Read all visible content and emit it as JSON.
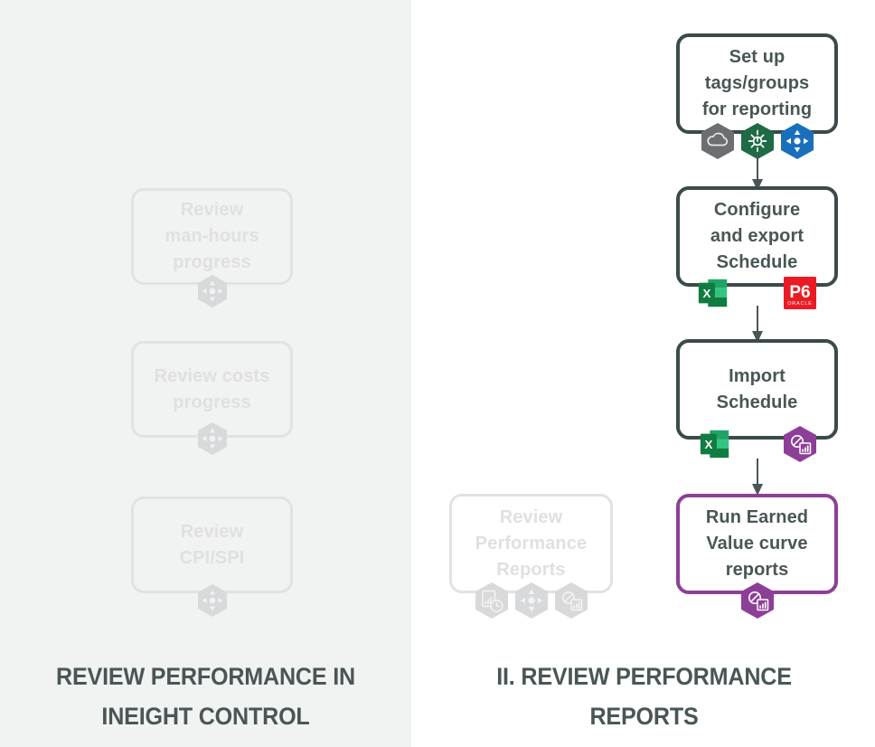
{
  "colors": {
    "panel_bg": "#f1f2f2",
    "page_bg": "#ffffff",
    "node_border": "#3b4a4a",
    "node_text": "#4a5656",
    "accent_purple": "#8d3f98",
    "ghost_border": "#e2e2e2",
    "ghost_text": "#e0e0e0",
    "arrow": "#4a5656",
    "excel_green": "#1d7a45",
    "p6_red": "#ea1b23",
    "hex_gray": "#6d6e71",
    "hex_green": "#1f6b45",
    "hex_blue": "#1a6fbd",
    "hex_purple": "#8d3f98",
    "hex_ghost": "#d8d9da"
  },
  "left_panel": {
    "caption": "REVIEW PERFORMANCE IN\nINEIGHT CONTROL",
    "nodes": [
      {
        "id": "review-man-hours-progress",
        "label": "Review\nman-hours\nprogress",
        "state": "ghost",
        "icons": [
          {
            "name": "move-arrows-icon",
            "style": "ghost"
          }
        ]
      },
      {
        "id": "review-costs-progress",
        "label": "Review costs\nprogress",
        "state": "ghost",
        "icons": [
          {
            "name": "move-arrows-icon",
            "style": "ghost"
          }
        ]
      },
      {
        "id": "review-cpi-spi",
        "label": "Review\nCPI/SPI",
        "state": "ghost",
        "icons": [
          {
            "name": "move-arrows-icon",
            "style": "ghost"
          }
        ]
      }
    ]
  },
  "right_panel": {
    "caption": "II. REVIEW PERFORMANCE\nREPORTS",
    "nodes": [
      {
        "id": "set-up-tags-groups",
        "label": "Set up\ntags/groups\nfor reporting",
        "state": "active",
        "icons": [
          {
            "name": "cloud-icon",
            "style": "gray"
          },
          {
            "name": "spark-connection-icon",
            "style": "green"
          },
          {
            "name": "move-arrows-icon",
            "style": "blue"
          }
        ]
      },
      {
        "id": "configure-and-export-schedule",
        "label": "Configure\nand export\nSchedule",
        "state": "active",
        "icons": [
          {
            "name": "excel-icon",
            "style": "excel",
            "text": "X"
          },
          {
            "name": "oracle-p6-icon",
            "style": "p6",
            "text": "P6",
            "subtext": "ORACLE"
          }
        ]
      },
      {
        "id": "import-schedule",
        "label": "Import\nSchedule",
        "state": "active",
        "icons": [
          {
            "name": "excel-icon",
            "style": "excel",
            "text": "X"
          },
          {
            "name": "report-chart-icon",
            "style": "purple"
          }
        ]
      },
      {
        "id": "run-earned-value-curve-reports",
        "label": "Run Earned\nValue curve\nreports",
        "state": "accent",
        "icons": [
          {
            "name": "report-chart-icon",
            "style": "purple"
          }
        ]
      }
    ],
    "ghost_node": {
      "id": "review-performance-reports",
      "label": "Review\nPerformance\nReports",
      "state": "ghost",
      "icons": [
        {
          "name": "report-clock-icon",
          "style": "ghost"
        },
        {
          "name": "move-arrows-icon",
          "style": "ghost"
        },
        {
          "name": "report-chart-icon",
          "style": "ghost"
        }
      ]
    },
    "connectors": [
      {
        "name": "arrow-setup-to-configure"
      },
      {
        "name": "arrow-configure-to-import"
      },
      {
        "name": "arrow-import-to-run"
      }
    ]
  }
}
